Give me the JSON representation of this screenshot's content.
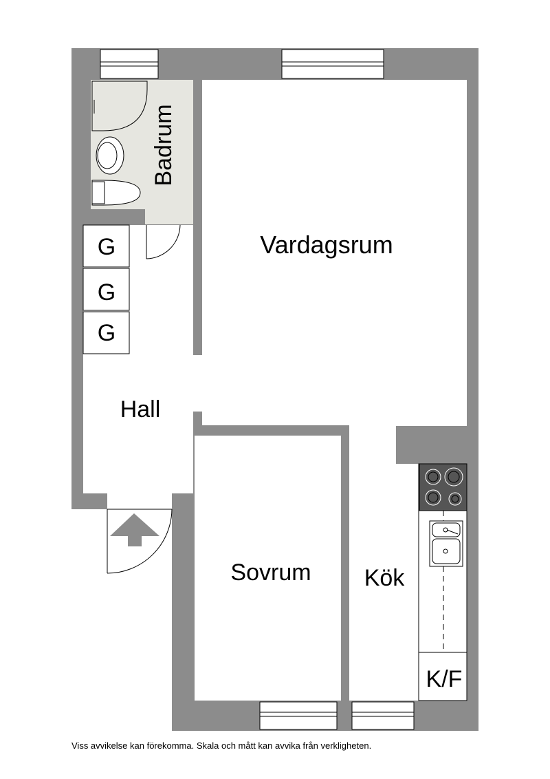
{
  "rooms": {
    "bathroom": "Badrum",
    "living_room": "Vardagsrum",
    "hall": "Hall",
    "bedroom": "Sovrum",
    "kitchen": "Kök",
    "fridge_freezer": "K/F"
  },
  "wardrobes": [
    "G",
    "G",
    "G"
  ],
  "disclaimer": "Viss avvikelse kan förekomma. Skala och mått kan avvika från verkligheten.",
  "colors": {
    "wall": "#8c8c8c",
    "bathroom_floor": "#e6e6e0",
    "floor": "#ffffff",
    "stove": "#555555",
    "line": "#000000"
  },
  "icons": {
    "entrance": "entrance-arrow-icon",
    "stove": "stove-icon",
    "sink": "kitchen-sink-icon",
    "toilet": "toilet-icon",
    "washbasin": "washbasin-icon",
    "shower": "shower-icon"
  }
}
